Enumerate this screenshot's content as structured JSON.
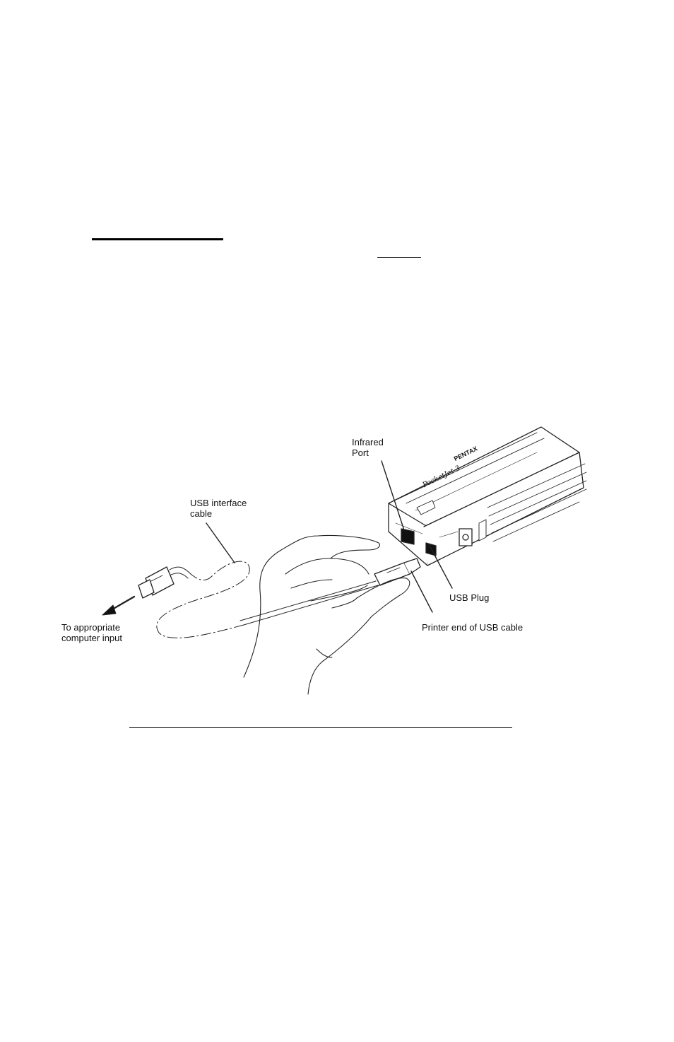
{
  "figure": {
    "labels": {
      "infrared_port": "Infrared\nPort",
      "usb_interface_cable": "USB interface\ncable",
      "usb_plug": "USB Plug",
      "printer_end": "Printer end of USB cable",
      "computer_input": "To appropriate\ncomputer input",
      "brand": "PENTAX",
      "model": "PocketJet 3"
    }
  }
}
